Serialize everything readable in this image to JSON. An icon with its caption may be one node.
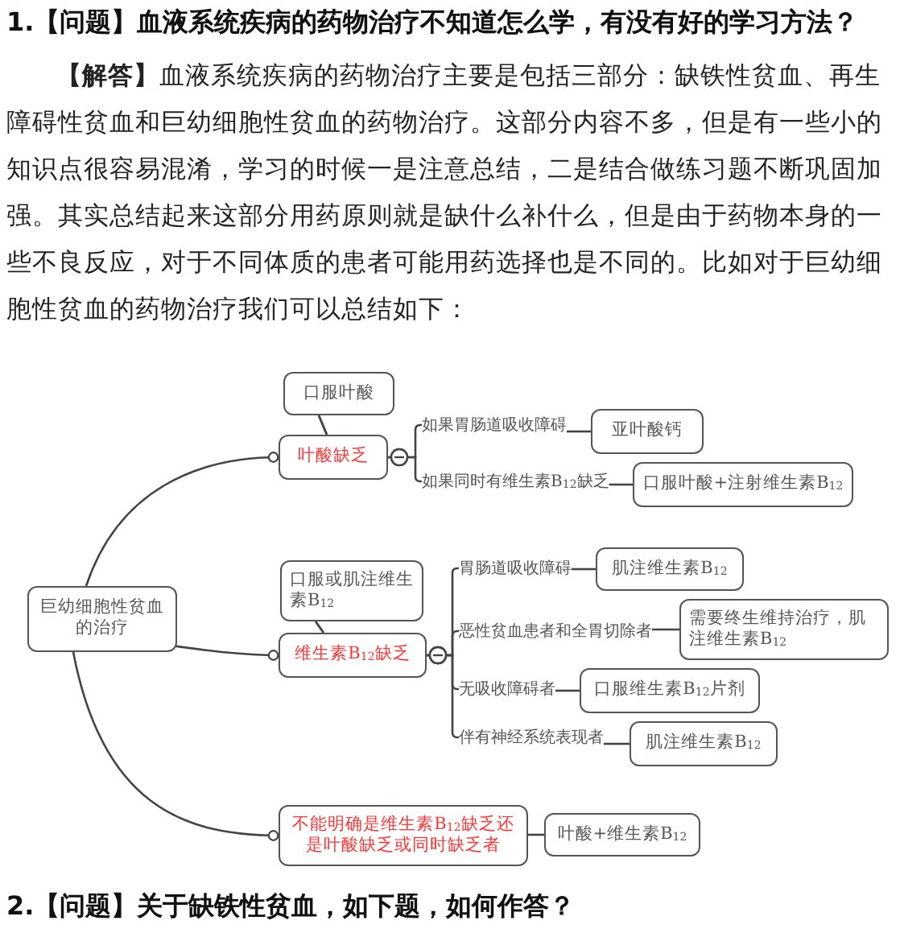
{
  "diagram": {
    "title": "1.【问题】血液系统疾病的药物治疗不知道怎么学，有没有好的学习方法？",
    "nodes": [
      {
        "text": [
          "巨幼细胞性贫血的治疗"
        ]
      },
      {
        "text": [
          "口服叶酸"
        ]
      },
      {
        "text": [
          "叶酸缺乏"
        ]
      },
      {
        "text": [
          "如果胃肠道吸收障碍"
        ]
      },
      {
        "text": [
          "亚叶酸钙"
        ]
      },
      {
        "text": [
          "如果同时有维生素B$_{12}$缺乏"
        ]
      },
      {
        "text": [
          "口服叶酸+注射维生素B$_{12}$"
        ]
      },
      {
        "text": [
          "口服或肌注维生素B$_{12}$"
        ]
      },
      {
        "text": [
          "维生素B$_{12}$缺乏"
        ]
      },
      {
        "text": [
          "胃肠道吸收障碍"
        ]
      },
      {
        "text": [
          "肌注维生素B$_{12}$"
        ]
      },
      {
        "text": [
          "恶性贫血患者和全胃切除者"
        ]
      },
      {
        "text": [
          "需要终生维持治疗，肌注维生素B$_{12}$"
        ]
      },
      {
        "text": [
          "无吸收障碍者"
        ]
      },
      {
        "text": [
          "口服维生素B$_{12}$片剂"
        ]
      },
      {
        "text": [
          "伴有神经系统表现者"
        ]
      },
      {
        "text": [
          "肌注维生素B$_{12}$"
        ]
      },
      {
        "text": [
          "不能明确是维生素B$_{12}$缺乏还是叶酸缺乏或同时缺乏者"
        ]
      },
      {
        "text": [
          "叶酸+维生素B$_{12}$"
        ]
      }
    ],
    "edges": [
      {
        "from": 0,
        "to": 2,
        "arrow": "other"
      },
      {
        "from": 1,
        "to": 2,
        "arrow": "none"
      },
      {
        "from": 2,
        "to": 3,
        "arrow": "other"
      },
      {
        "from": 3,
        "to": 4,
        "arrow": "none"
      },
      {
        "from": 2,
        "to": 5,
        "arrow": "other"
      },
      {
        "from": 5,
        "to": 6,
        "arrow": "none"
      },
      {
        "from": 0,
        "to": 8,
        "arrow": "other"
      },
      {
        "from": 7,
        "to": 8,
        "arrow": "none"
      },
      {
        "from": 8,
        "to": 9,
        "arrow": "other"
      },
      {
        "from": 9,
        "to": 10,
        "arrow": "none"
      },
      {
        "from": 8,
        "to": 11,
        "arrow": "other"
      },
      {
        "from": 11,
        "to": 12,
        "arrow": "none"
      },
      {
        "from": 8,
        "to": 13,
        "arrow": "other"
      },
      {
        "from": 13,
        "to": 14,
        "arrow": "none"
      },
      {
        "from": 8,
        "to": 15,
        "arrow": "other"
      },
      {
        "from": 15,
        "to": 16,
        "arrow": "none"
      },
      {
        "from": 0,
        "to": 17,
        "arrow": "other"
      },
      {
        "from": 17,
        "to": 18,
        "arrow": "none"
      }
    ],
    "labels": [
      "**【解答】**血液系统疾病的药物治疗主要是包括三部分：缺铁性贫血、再生障碍性贫血和巨幼细胞性贫血的药物治疗。这部分内容不多，但是有一些小的知识点很容易混淆，学习的时候一是注意总结，二是结合做练习题不断巩固加强。其实总结起来这部分用药原则就是缺什么补什么，但是由于药物本身的一些不良反应，对于不同体质的患者可能用药选择也是不同的。比如对于巨幼细胞性贫血的药物治疗我们可以总结如下：",
      "2.【问题】关于缺铁性贫血，如下题，如何作答？"
    ]
  }
}
